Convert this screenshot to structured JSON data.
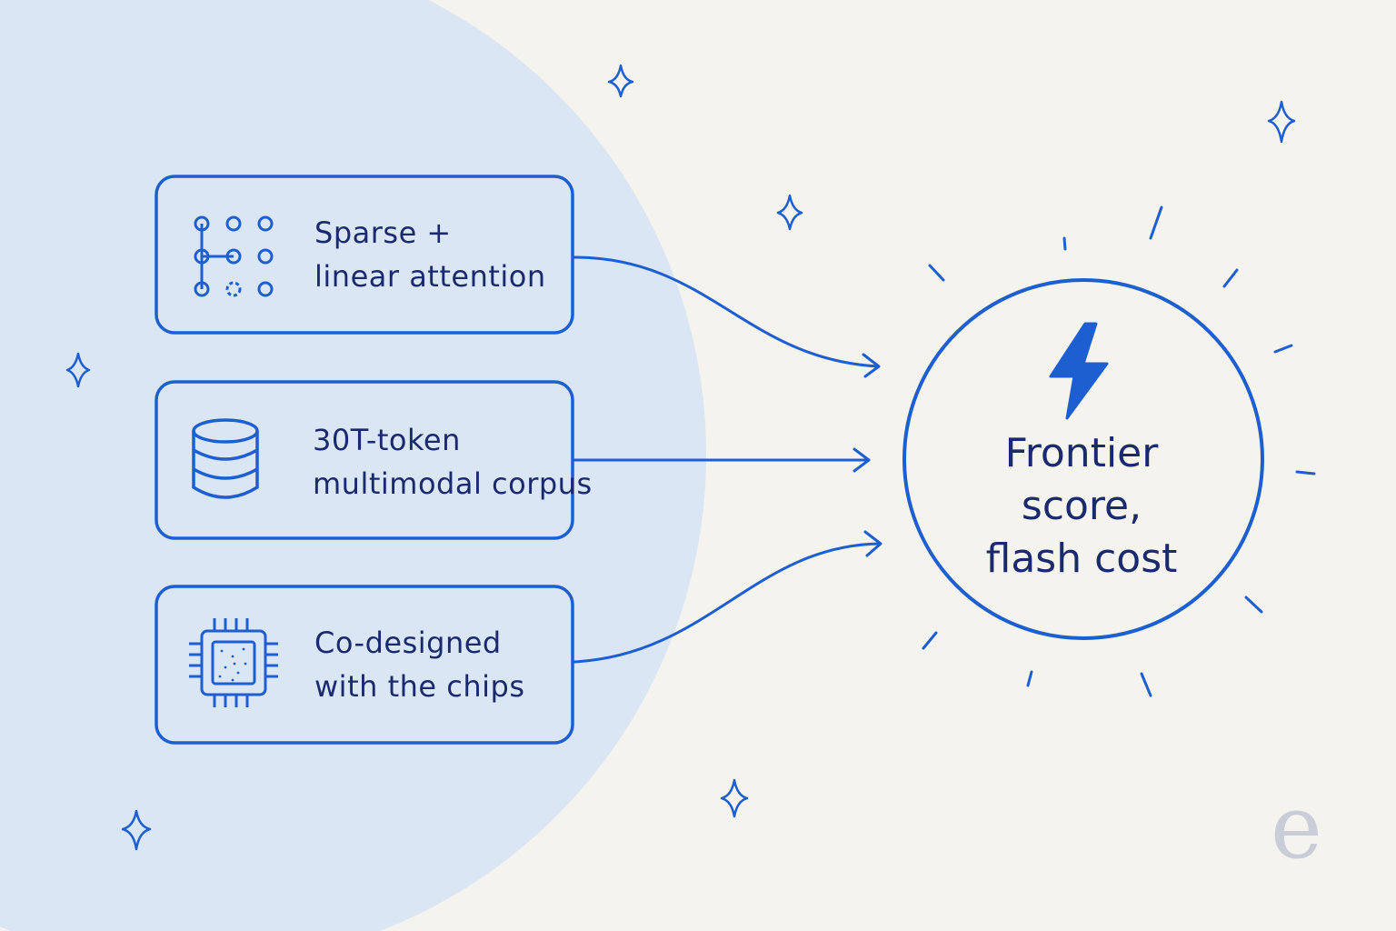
{
  "colors": {
    "background": "#f5f3ee",
    "circle_fill": "#dbe6f5",
    "stroke": "#1d5fd0",
    "text": "#1a2a6e"
  },
  "inputs": [
    {
      "icon": "node-grid-icon",
      "line1": "Sparse +",
      "line2": "linear attention"
    },
    {
      "icon": "database-icon",
      "line1": "30T-token",
      "line2": "multimodal corpus"
    },
    {
      "icon": "chip-icon",
      "line1": "Co-designed",
      "line2": "with the chips"
    }
  ],
  "result": {
    "icon": "lightning-bolt-icon",
    "line1": "Frontier",
    "line2": "score,",
    "line3": "flash cost"
  },
  "watermark": "e"
}
